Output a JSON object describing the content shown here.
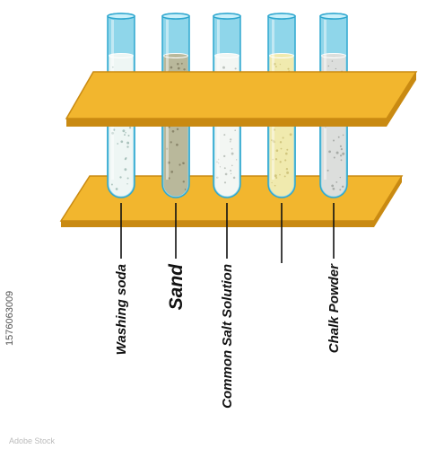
{
  "colors": {
    "rack": "#f2b62e",
    "rack_edge": "#c98a12",
    "tube_glass": "#8fd6ea",
    "tube_outline": "#2fa7cf",
    "tube_top": "#c9f0fa"
  },
  "tubes": [
    {
      "id": "washing-soda",
      "label": "Washing soda",
      "liquid_color": "#eef6f4",
      "speck_color": "#9bb8b0",
      "label_style": "small"
    },
    {
      "id": "sand",
      "label": "Sand",
      "liquid_color": "#b9b89b",
      "speck_color": "#7f7b60",
      "label_style": "large"
    },
    {
      "id": "common-salt",
      "label": "Common Salt Solution",
      "liquid_color": "#f3f6f3",
      "speck_color": "#b0b8b0",
      "label_style": "small"
    },
    {
      "id": "unlabeled",
      "label": "",
      "liquid_color": "#f0eaae",
      "speck_color": "#c9bd72",
      "label_style": "small"
    },
    {
      "id": "chalk-powder",
      "label": "Chalk Powder",
      "liquid_color": "#dcdedc",
      "speck_color": "#9a9e9a",
      "label_style": "small"
    }
  ],
  "watermark": {
    "id_text": "1576063009",
    "brand": "Adobe Stock"
  }
}
